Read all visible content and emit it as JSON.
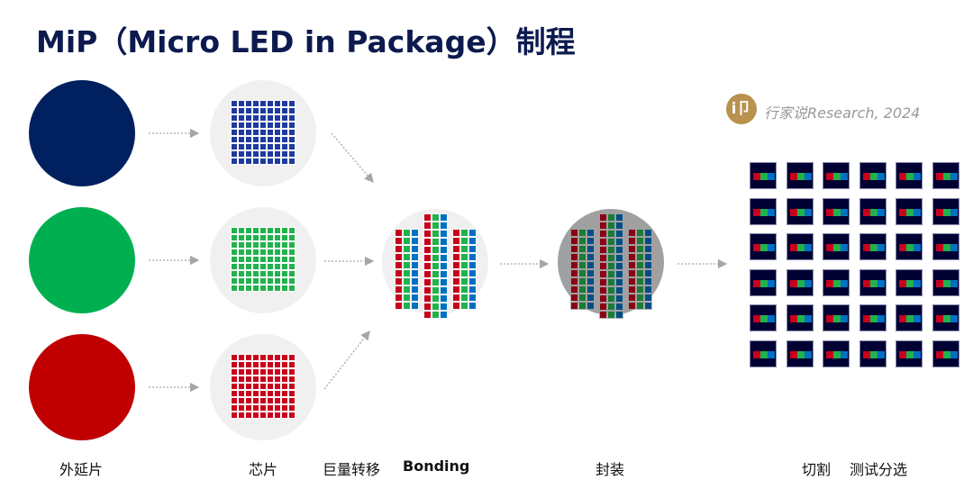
{
  "title": "MiP（Micro LED in Package）制程",
  "watermark": {
    "logo": "i卩",
    "text": "行家说Research, 2024"
  },
  "labels": {
    "epitaxy": "外延片",
    "chip": "芯片",
    "mass_transfer": "巨量转移",
    "bonding": "Bonding",
    "package": "封装",
    "dicing": "切割",
    "test_sort": "测试分选"
  },
  "colors": {
    "blue": "#002060",
    "green": "#00b050",
    "red": "#c00000",
    "chip_blue": "#1f3a9e",
    "chip_green": "#22b24c",
    "chip_red": "#c8001c",
    "sub_blue": "#0070c0",
    "tile": "#000033"
  },
  "chip_grid": {
    "rows": 9,
    "cols": 9
  },
  "bonding_rows": [
    10,
    13,
    10
  ],
  "dicing_grid": {
    "rows": 6,
    "cols": 6
  }
}
